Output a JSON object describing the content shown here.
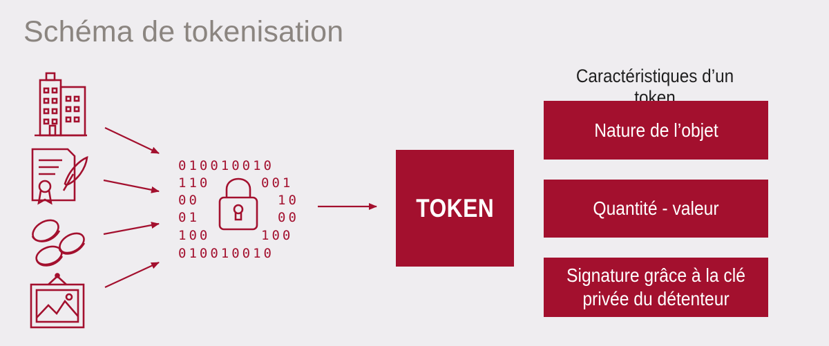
{
  "title": "Schéma de tokenisation",
  "icons": [
    "building-icon",
    "certificate-icon",
    "coins-icon",
    "picture-frame-icon"
  ],
  "binary_rows": {
    "row1": "010010010",
    "row2_left": "110",
    "row2_right": "001",
    "row3_left": "00",
    "row3_right": "10",
    "row4_left": "01",
    "row4_right": "00",
    "row5_left": "100",
    "row5_right": "100",
    "row6": "010010010"
  },
  "token": {
    "label": "TOKEN"
  },
  "features": {
    "title": "Caractéristiques d’un token",
    "items": [
      {
        "label": "Nature de l’objet"
      },
      {
        "label": "Quantité - valeur"
      },
      {
        "label": "Signature grâce à la clé privée du détenteur"
      }
    ]
  },
  "colors": {
    "accent": "#a3102e",
    "title": "#8b8580",
    "background": "#efedf0"
  }
}
